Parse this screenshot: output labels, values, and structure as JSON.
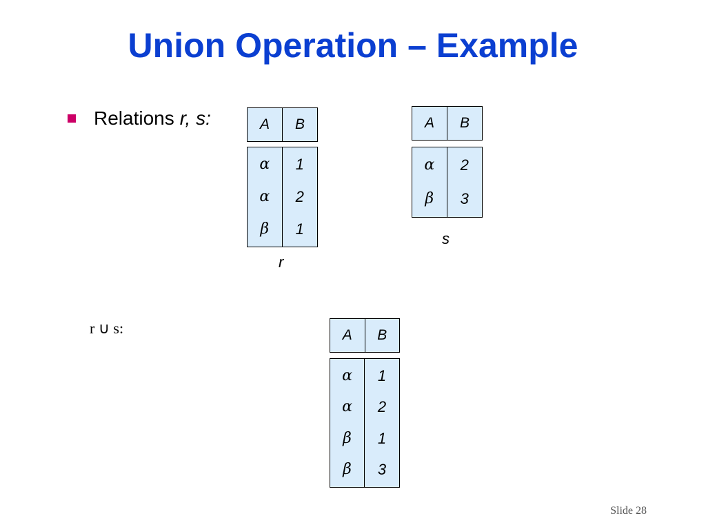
{
  "slide": {
    "title": "Union Operation – Example",
    "bullet": {
      "text": "Relations",
      "vars": "r, s:"
    },
    "union_label": "r ∪ s:",
    "slide_number": "Slide 28"
  },
  "relation_r": {
    "name": "r",
    "headers": [
      "A",
      "B"
    ],
    "col_a": [
      "α",
      "α",
      "β"
    ],
    "col_b": [
      "1",
      "2",
      "1"
    ]
  },
  "relation_s": {
    "name": "s",
    "headers": [
      "A",
      "B"
    ],
    "col_a": [
      "α",
      "β"
    ],
    "col_b": [
      "2",
      "3"
    ]
  },
  "relation_union": {
    "headers": [
      "A",
      "B"
    ],
    "col_a": [
      "α",
      "α",
      "β",
      "β"
    ],
    "col_b": [
      "1",
      "2",
      "1",
      "3"
    ]
  },
  "colors": {
    "title": "#0b3fd1",
    "bullet": "#cc0066",
    "cell_fill": "#d9ecfb"
  }
}
